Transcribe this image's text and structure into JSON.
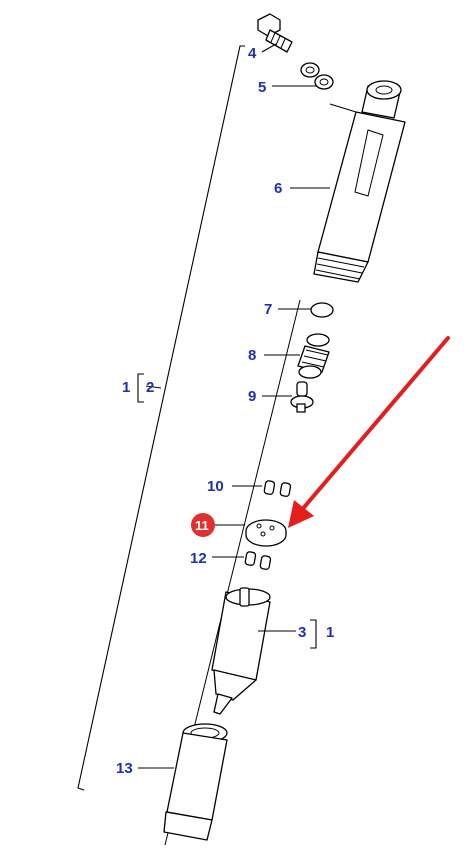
{
  "callouts": [
    {
      "id": "c4",
      "text": "4"
    },
    {
      "id": "c5",
      "text": "5"
    },
    {
      "id": "c6",
      "text": "6"
    },
    {
      "id": "c7",
      "text": "7"
    },
    {
      "id": "c8",
      "text": "8"
    },
    {
      "id": "c1a",
      "text": "1"
    },
    {
      "id": "c2",
      "text": "2"
    },
    {
      "id": "c9",
      "text": "9"
    },
    {
      "id": "c10",
      "text": "10"
    },
    {
      "id": "c11",
      "text": "11"
    },
    {
      "id": "c12",
      "text": "12"
    },
    {
      "id": "c3",
      "text": "3"
    },
    {
      "id": "c1b",
      "text": "1"
    },
    {
      "id": "c13",
      "text": "13"
    }
  ],
  "colors": {
    "label_text": "#1f2fb0",
    "highlight_marker": "#e03030",
    "arrow": "#e41d1d",
    "line_art": "#000000"
  }
}
